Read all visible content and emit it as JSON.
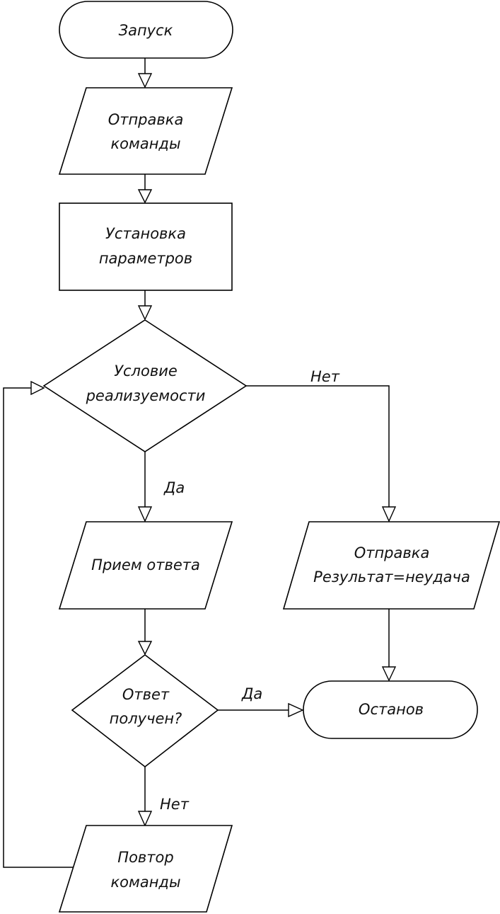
{
  "diagram": {
    "nodes": {
      "start": "Запуск",
      "send_cmd_1": "Отправка",
      "send_cmd_2": "команды",
      "set_params_1": "Установка",
      "set_params_2": "параметров",
      "feasibility_1": "Условие",
      "feasibility_2": "реализуемости",
      "receive": "Прием ответа",
      "fail_1": "Отправка",
      "fail_2": "Результат=неудача",
      "received_1": "Ответ",
      "received_2": "получен?",
      "stop": "Останов",
      "repeat_1": "Повтор",
      "repeat_2": "команды"
    },
    "edges": {
      "no_feasibility": "Нет",
      "yes_feasibility": "Да",
      "yes_received": "Да",
      "no_received": "Нет"
    }
  }
}
